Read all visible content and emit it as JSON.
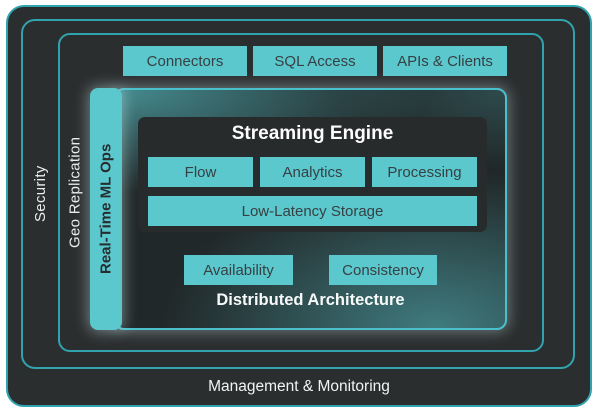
{
  "diagram": {
    "outer": {
      "label": "Management & Monitoring"
    },
    "security": {
      "label": "Security"
    },
    "geo_replication": {
      "label": "Geo Replication"
    },
    "ml_ops": {
      "label": "Real-Time ML Ops"
    },
    "top_row": [
      {
        "label": "Connectors"
      },
      {
        "label": "SQL Access"
      },
      {
        "label": "APIs & Clients"
      }
    ],
    "streaming_engine": {
      "title": "Streaming Engine",
      "modules": [
        {
          "label": "Flow"
        },
        {
          "label": "Analytics"
        },
        {
          "label": "Processing"
        }
      ],
      "storage": {
        "label": "Low-Latency Storage"
      }
    },
    "distributed": {
      "title": "Distributed Architecture",
      "nodes": [
        {
          "label": "Availability"
        },
        {
          "label": "Consistency"
        }
      ]
    },
    "colors": {
      "teal_fill": "#5bc8ce",
      "teal_border": "#31a3ae",
      "gradient_border": "#49c0cb",
      "dark_fill": "#2b2e2f",
      "panel_fill": "#272b2c",
      "dark_text": "#374042",
      "light_text": "#f2f3f3"
    }
  }
}
